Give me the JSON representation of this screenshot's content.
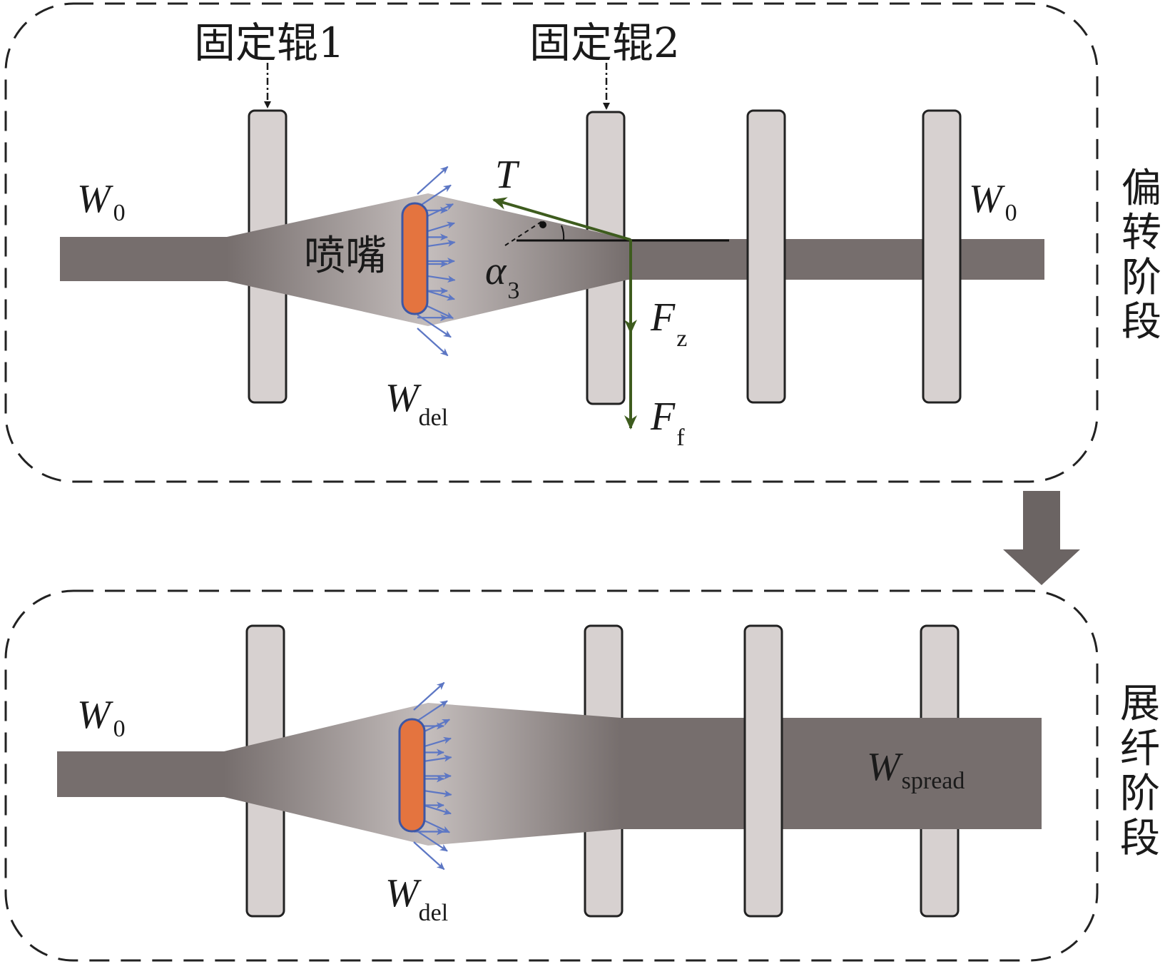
{
  "colors": {
    "tow": "#766e6d",
    "tow_light": "#c9c2c1",
    "roller_fill": "#d7d1d0",
    "roller_stroke": "#222222",
    "nozzle_fill": "#e4743f",
    "nozzle_stroke": "#3d57a6",
    "air_arrow": "#5d77c4",
    "force_arrow": "#3e5c1e",
    "stage_arrow": "#6b6463",
    "border": "#222222"
  },
  "top_panel": {
    "roller1_label": "固定辊1",
    "roller2_label": "固定辊2",
    "nozzle_label": "喷嘴",
    "w0_left": {
      "main": "W",
      "sub": "0"
    },
    "w0_right": {
      "main": "W",
      "sub": "0"
    },
    "w_del": {
      "main": "W",
      "sub": "del"
    },
    "tension": "T",
    "alpha": {
      "main": "α",
      "sub": "3"
    },
    "fz": {
      "main": "F",
      "sub": "z"
    },
    "ff": {
      "main": "F",
      "sub": "f"
    },
    "stage_chars": [
      "偏",
      "转",
      "阶",
      "段"
    ]
  },
  "bottom_panel": {
    "w0_left": {
      "main": "W",
      "sub": "0"
    },
    "w_del": {
      "main": "W",
      "sub": "del"
    },
    "w_spread": {
      "main": "W",
      "sub": "spread"
    },
    "stage_chars": [
      "展",
      "纤",
      "阶",
      "段"
    ]
  }
}
